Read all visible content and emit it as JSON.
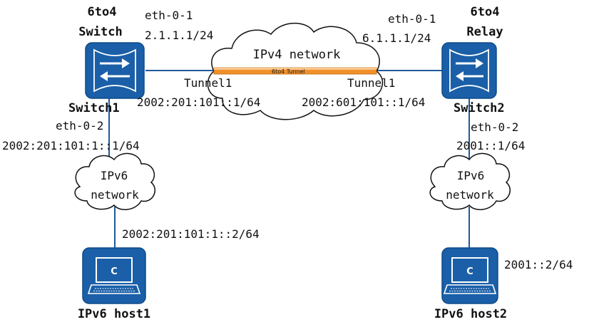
{
  "colors": {
    "device_blue": "#1a5fa8",
    "device_border": "#0f4a88",
    "tunnel_orange": "#f0902a",
    "link_line": "#1f5a9c"
  },
  "ipv4_cloud": {
    "label": "IPv4 network"
  },
  "tunnel_bar": {
    "label": "6to4 Tunnel"
  },
  "switch1": {
    "role_line1": "6to4",
    "role_line2": "Switch",
    "name": "Switch1",
    "eth01_name": "eth-0-1",
    "eth01_ip": "2.1.1.1/24",
    "tunnel_name": "Tunnel1",
    "tunnel_ip": "2002:201:101::1/64",
    "eth02_name": "eth-0-2",
    "eth02_ip": "2002:201:101:1::1/64",
    "icon": "switch-icon"
  },
  "switch2": {
    "role_line1": "6to4",
    "role_line2": "Relay",
    "name": "Switch2",
    "eth01_name": "eth-0-1",
    "eth01_ip": "6.1.1.1/24",
    "tunnel_name": "Tunnel1",
    "tunnel_ip": "2002:601:101::1/64",
    "eth02_name": "eth-0-2",
    "eth02_ip": "2001::1/64",
    "icon": "switch-icon"
  },
  "ipv6_cloud_left": {
    "line1": "IPv6",
    "line2": "network"
  },
  "ipv6_cloud_right": {
    "line1": "IPv6",
    "line2": "network"
  },
  "host1": {
    "name": "IPv6 host1",
    "ip": "2002:201:101:1::2/64",
    "icon": "laptop-icon"
  },
  "host2": {
    "name": "IPv6 host2",
    "ip": "2001::2/64",
    "icon": "laptop-icon"
  }
}
